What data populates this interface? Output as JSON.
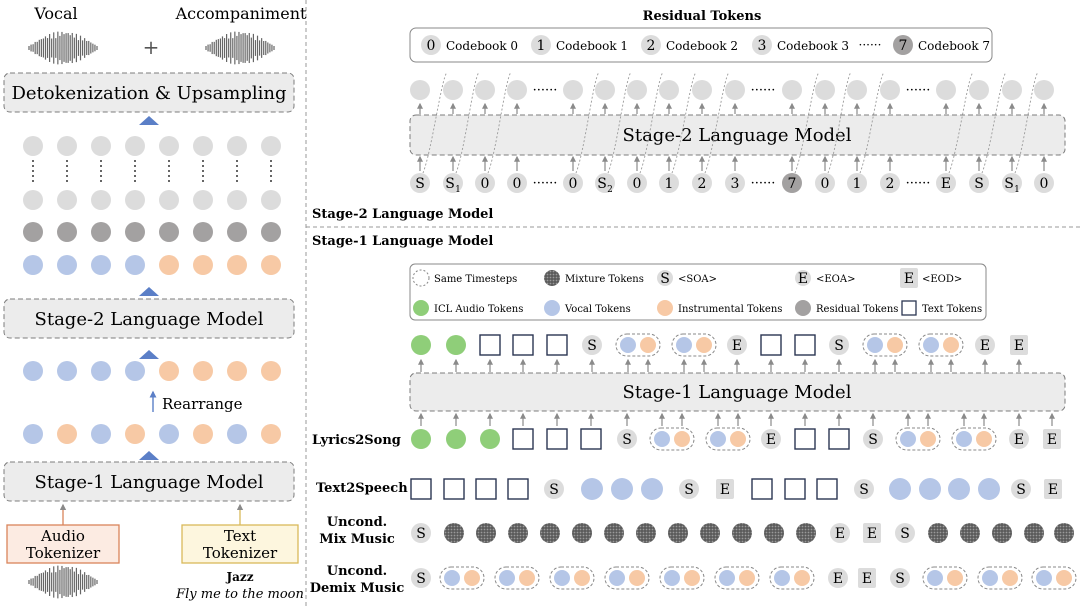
{
  "colors": {
    "grey": "#dcdcdc",
    "dark": "#a3a1a1",
    "blue": "#b5c6e7",
    "orange": "#f7c9a5",
    "green": "#8fce79",
    "box_fill": "#ececec",
    "box_border": "#7d7d7d",
    "arrow": "#8a8a8a",
    "triangle": "#5b7fc7",
    "audio_border": "#d9845a",
    "audio_fill": "#fcebe2",
    "text_border": "#d9b95a",
    "text_fill": "#fdf6de",
    "mixture": "#666666"
  },
  "left": {
    "vocal_label": "Vocal",
    "accompaniment_label": "Accompaniment",
    "plus": "+",
    "detok_label": "Detokenization & Upsampling",
    "stage2_label": "Stage-2 Language Model",
    "rearrange_label": "Rearrange",
    "stage1_label": "Stage-1 Language Model",
    "audio_tok_line1": "Audio",
    "audio_tok_line2": "Tokenizer",
    "text_tok_line1": "Text",
    "text_tok_line2": "Tokenizer",
    "genre": "Jazz",
    "lyric": "Fly me to the moon",
    "top_rows": [
      "grey",
      "grey",
      "dark",
      "mix"
    ],
    "top_row_mix": [
      "blue",
      "blue",
      "blue",
      "blue",
      "orange",
      "orange",
      "orange",
      "orange"
    ],
    "rearranged_row": [
      "blue",
      "blue",
      "blue",
      "blue",
      "orange",
      "orange",
      "orange",
      "orange"
    ],
    "interleaved_row": [
      "blue",
      "orange",
      "blue",
      "orange",
      "blue",
      "orange",
      "blue",
      "orange"
    ]
  },
  "stage2": {
    "residual_title": "Residual Tokens",
    "codebooks": [
      {
        "num": "0",
        "label": "Codebook 0",
        "dark": false
      },
      {
        "num": "1",
        "label": "Codebook 1",
        "dark": false
      },
      {
        "num": "2",
        "label": "Codebook 2",
        "dark": false
      },
      {
        "num": "3",
        "label": "Codebook 3",
        "dark": false
      },
      {
        "num": "7",
        "label": "Codebook 7",
        "dark": true
      }
    ],
    "codebook_ellipsis": "······",
    "lm_label": "Stage-2 Language Model",
    "section_label": "Stage-2 Language Model",
    "ellipsis": "······",
    "input_tokens": [
      "S",
      "S1",
      "0",
      "0",
      "…",
      "0",
      "S2",
      "0",
      "1",
      "2",
      "3",
      "…",
      "7",
      "0",
      "1",
      "2",
      "…",
      "E",
      "S",
      "S1",
      "0"
    ]
  },
  "stage1": {
    "section_label": "Stage-1 Language Model",
    "legend": [
      {
        "type": "dashed",
        "label": "Same Timesteps"
      },
      {
        "type": "mixture",
        "label": "Mixture Tokens"
      },
      {
        "type": "letter",
        "letter": "S",
        "label": "<SOA>"
      },
      {
        "type": "letter",
        "letter": "E",
        "label": "<EOA>"
      },
      {
        "type": "square-letter",
        "letter": "E",
        "label": "<EOD>"
      },
      {
        "type": "green",
        "label": "ICL Audio Tokens"
      },
      {
        "type": "blue",
        "label": "Vocal Tokens"
      },
      {
        "type": "orange",
        "label": "Instrumental Tokens"
      },
      {
        "type": "dark",
        "label": "Residual Tokens"
      },
      {
        "type": "square",
        "label": "Text Tokens"
      }
    ],
    "lm_label": "Stage-1 Language Model",
    "rows": [
      {
        "label": "Lyrics2Song",
        "label2": ""
      },
      {
        "label": "Text2Speech",
        "label2": ""
      },
      {
        "label": "Uncond.",
        "label2": "Mix Music"
      },
      {
        "label": "Uncond.",
        "label2": "Demix Music"
      }
    ]
  }
}
